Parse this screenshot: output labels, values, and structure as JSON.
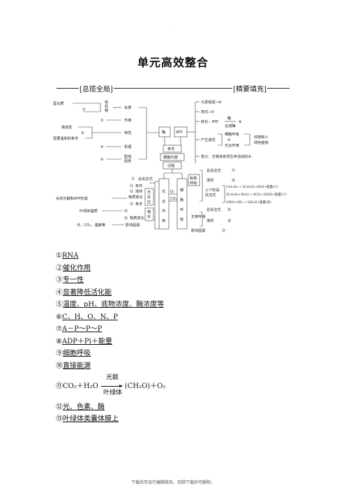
{
  "page": {
    "dot": "·",
    "title": "单元高效整合",
    "section_left": "[总揽全局]",
    "section_right": "[精要填充]",
    "footer": "下载后可自行编辑修改，页脚下载后可删除。"
  },
  "diagram": {
    "left": {
      "protein": "蛋白质",
      "c1": "①",
      "youji": "有",
      "ji": "机",
      "wu": "物",
      "benzhi": "本质",
      "c2": "②",
      "zuoyong": "作用",
      "gaoxiaoxing": "高效性",
      "c3": "③",
      "texing": "特性",
      "tiaojian": "需要温和的条件",
      "c4": "④",
      "jili": "机理",
      "c5": "⑤",
      "yingxiang": "影响",
      "yinsu": "因素"
    },
    "center": {
      "mei": "酶",
      "atp": "ATP",
      "tiaojian": "条件",
      "daixie": "细胞代谢",
      "guocheng": "过程",
      "guang": "光",
      "he": "合",
      "zuo": "作",
      "yong": "用",
      "o2": "O₂",
      "co2": "CO₂",
      "xi": "细",
      "bao": "胞",
      "hu": "呼",
      "xi2": "吸"
    },
    "right_top": {
      "yuansu": "元素组成→⑥",
      "jiegou": "简式→⑦",
      "zhuanhua": "转化：ATP",
      "c8": "⑧",
      "mei1": "酶",
      "mei2": "合成酶",
      "laiyuan": "产生途径",
      "c9": "⑨",
      "guanghe": "光合作用",
      "xixi": "细胞呼吸",
      "dongwu": "动物和人",
      "lvse": "绿色植物",
      "yiyi": "意义：生物体各项生命活动的⑩"
    },
    "photo": {
      "c11": "⑪",
      "zongfangcheng": "总反应式",
      "c12": "⑫",
      "tiaojian": "条件",
      "c13": "⑬",
      "changsuo": "场所",
      "guang": "光",
      "fan": "反",
      "ying": "应",
      "wuzhi": "物质变化",
      "shui": "水的光解和ATP形成",
      "c14": "⑭",
      "tiaojian2": "条件",
      "yelvti": "叶绿体基质",
      "c15": "⑮",
      "an": "暗",
      "c16": "⑯",
      "wuzhi2": "物质变化",
      "guangCO2": "光、CO₂、温度等",
      "yingxiang": "影响因素"
    },
    "resp": {
      "youyang": "有氧",
      "huxi": "呼吸",
      "zong": "总反应式",
      "c17": "⑰",
      "changsuo": "场所",
      "c18": "⑱",
      "sange": "三个阶段",
      "fanying": "反应式",
      "eq1": "C₆H₁₂O₆ → 2C₃H₄O₃+4[H]+能量(少)",
      "eq2": "2C₃H₄O₃+6H₂O → 6CO₂+20[H]+能量(少)",
      "eq3": "24[H]+6O₂ → 12H₂O+能量(多)",
      "mei": "酶",
      "wuyang": "无氧呼吸",
      "zong2": "总反应式",
      "c19": "⑲",
      "changsuo2": "场所",
      "c20": "⑳",
      "yingxiang": "影响因素",
      "c21": "㉑"
    }
  },
  "answers": [
    {
      "num": "①",
      "text": "RNA"
    },
    {
      "num": "②",
      "text": "催化作用"
    },
    {
      "num": "③",
      "text": "专一性"
    },
    {
      "num": "④",
      "text": "显著降低活化能"
    },
    {
      "num": "⑤",
      "text": "温度、pH、底物浓度、酶浓度等"
    },
    {
      "num": "⑥",
      "text": "C、H、O、N、P"
    },
    {
      "num": "⑦",
      "text": "A－P～P～P"
    },
    {
      "num": "⑧",
      "text": "ADP＋Pi＋能量"
    },
    {
      "num": "⑨",
      "text": "细胞呼吸"
    },
    {
      "num": "⑩",
      "text": "直接能源"
    }
  ],
  "equation": {
    "num": "⑪",
    "left": "CO₂＋H₂O",
    "right": "(CH₂O)＋O₂",
    "over": "光能",
    "under": "叶绿体"
  },
  "answers_tail": [
    {
      "num": "⑫",
      "text": "光、色素、酶"
    },
    {
      "num": "⑬",
      "text": "叶绿体类囊体膜上"
    }
  ]
}
